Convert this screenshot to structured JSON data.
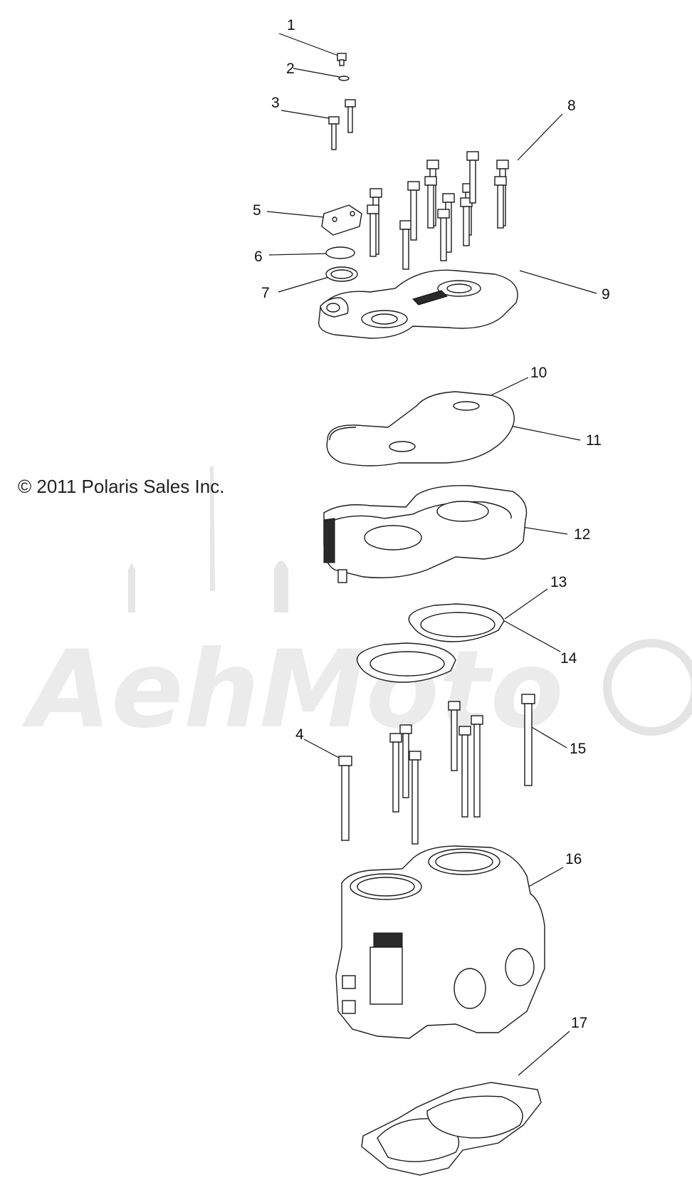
{
  "copyright": "© 2011 Polaris Sales Inc.",
  "watermark": "AehMoto",
  "callouts": [
    {
      "id": "1",
      "label": "1"
    },
    {
      "id": "2",
      "label": "2"
    },
    {
      "id": "3",
      "label": "3"
    },
    {
      "id": "4",
      "label": "4"
    },
    {
      "id": "5",
      "label": "5"
    },
    {
      "id": "6",
      "label": "6"
    },
    {
      "id": "7",
      "label": "7"
    },
    {
      "id": "8",
      "label": "8"
    },
    {
      "id": "9",
      "label": "9"
    },
    {
      "id": "10",
      "label": "10"
    },
    {
      "id": "11",
      "label": "11"
    },
    {
      "id": "12",
      "label": "12"
    },
    {
      "id": "13",
      "label": "13"
    },
    {
      "id": "14",
      "label": "14"
    },
    {
      "id": "15",
      "label": "15"
    },
    {
      "id": "16",
      "label": "16"
    },
    {
      "id": "17",
      "label": "17"
    }
  ]
}
